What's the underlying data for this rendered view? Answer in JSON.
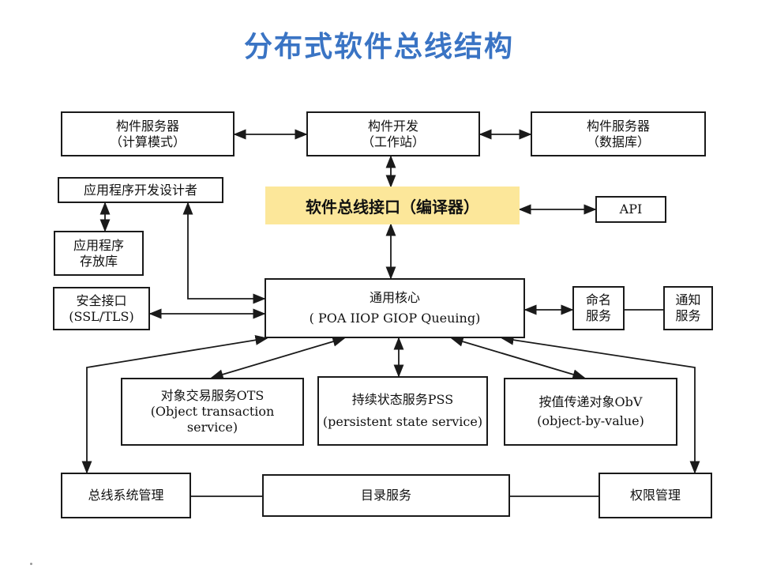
{
  "title": "分布式软件总线结构",
  "boxes": {
    "comp_server_compute": [
      "构件服务器",
      "（计算模式）"
    ],
    "comp_dev": [
      "构件开发",
      "（工作站）"
    ],
    "comp_server_db": [
      "构件服务器",
      "（数据库）"
    ],
    "app_designer": [
      "应用程序开发设计者"
    ],
    "bus_interface": "软件总线接口（编译器）",
    "api": [
      "API"
    ],
    "app_repo": [
      "应用程序",
      "存放库"
    ],
    "security": [
      "安全接口",
      "(SSL/TLS)"
    ],
    "core": [
      "通用核心",
      "( POA IIOP GIOP Queuing)"
    ],
    "naming": [
      "命名",
      "服务"
    ],
    "notify": [
      "通知",
      "服务"
    ],
    "ots": [
      "对象交易服务OTS",
      "(Object transaction",
      "service)"
    ],
    "pss": [
      "持续状态服务PSS",
      "(persistent state service)"
    ],
    "obv": [
      "按值传递对象ObV",
      "(object-by-value)"
    ],
    "bus_mgmt": [
      "总线系统管理"
    ],
    "directory": [
      "目录服务"
    ],
    "permission": [
      "权限管理"
    ]
  },
  "colors": {
    "title": "#3a74c4",
    "highlight": "#fce79a",
    "line": "#1a1a1a"
  }
}
